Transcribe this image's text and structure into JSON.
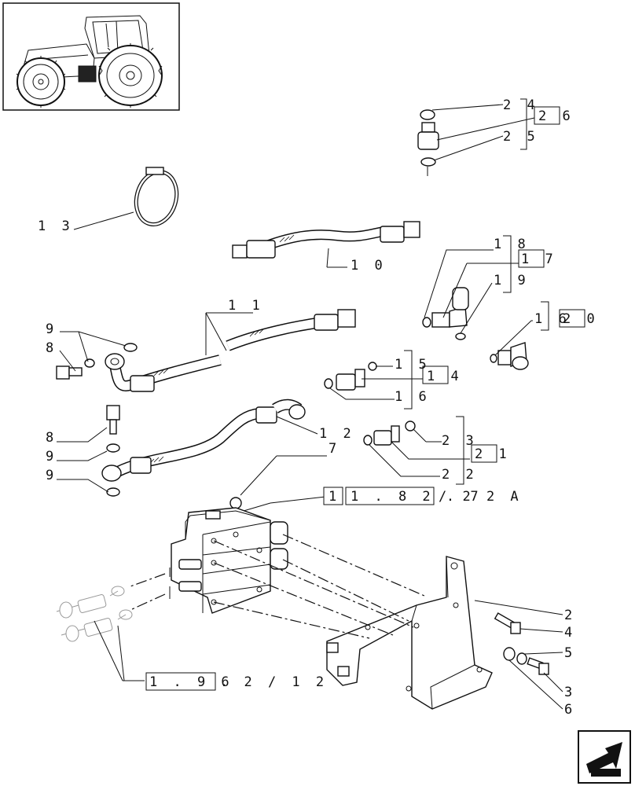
{
  "callouts": {
    "c24": "2 4",
    "c25": "2 5",
    "c26": "2 6",
    "c13": "1 3",
    "c10": "1 0",
    "c18": "1 8",
    "c17": "1 7",
    "c19": "1 9",
    "c11": "1 1",
    "c16a": "1 6",
    "c20": "2 0",
    "c9a": "9",
    "c8a": "8",
    "c15": "1 5",
    "c14": "1 4",
    "c16b": "1 6",
    "c8b": "8",
    "c9b": "9",
    "c9c": "9",
    "c12": "1 2",
    "c7": "7",
    "c23": "2 3",
    "c21": "2 1",
    "c22": "2 2",
    "c2": "2",
    "c4": "4",
    "c5": "5",
    "c3": "3",
    "c6": "6"
  },
  "references": {
    "ref_a_box1": "1",
    "ref_a_box2": "1 . 8 2 . 7",
    "ref_a_tail": "/ 2 2 A",
    "ref_b_box": "1 . 9 6",
    "ref_b_tail": ". 2 / 1 2"
  },
  "icons": [
    "tractor-thumbnail-icon",
    "next-page-arrow-icon"
  ]
}
